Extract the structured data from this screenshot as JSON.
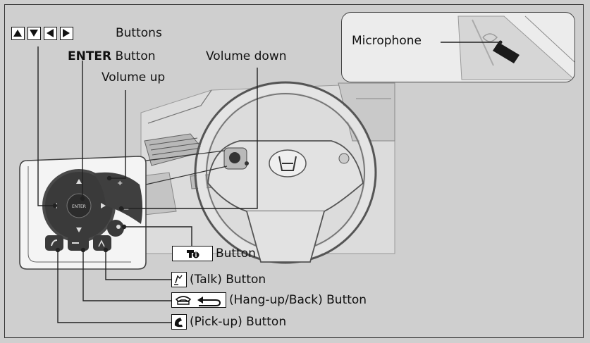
{
  "labels": {
    "arrow_buttons": "Buttons",
    "enter_button_bold": "ENTER",
    "enter_button_rest": " Button",
    "volume_up": "Volume up",
    "volume_down": "Volume down",
    "microphone": "Microphone",
    "phone_info_button": "Button",
    "talk_button": "(Talk) Button",
    "hangup_back_button": "(Hang-up/Back) Button",
    "pickup_button": "(Pick-up) Button"
  },
  "pad_text": {
    "enter": "ENTER"
  },
  "icons": [
    "up-arrow-icon",
    "down-arrow-icon",
    "left-arrow-icon",
    "right-arrow-icon",
    "phone-info-icon",
    "talk-icon",
    "hang-up-icon",
    "back-arrow-icon",
    "pick-up-icon",
    "honda-logo-icon"
  ]
}
